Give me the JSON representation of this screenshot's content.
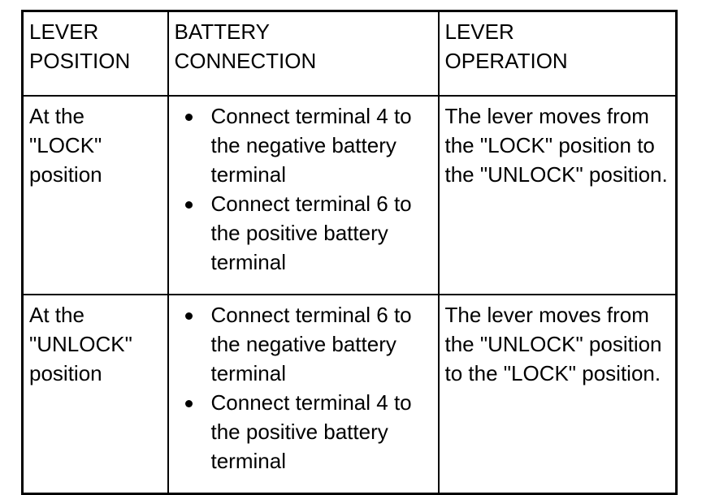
{
  "table": {
    "columns": [
      {
        "header": "LEVER\nPOSITION"
      },
      {
        "header": "BATTERY\nCONNECTION"
      },
      {
        "header": "LEVER\nOPERATION"
      }
    ],
    "rows": [
      {
        "lever_position": "At the\n\"LOCK\"\nposition",
        "battery_connection": [
          "Connect terminal 4 to the negative battery terminal",
          "Connect terminal 6 to the positive battery terminal"
        ],
        "lever_operation": "The lever moves from the \"LOCK\" position to the \"UNLOCK\" position."
      },
      {
        "lever_position": "At the\n\"UNLOCK\"\nposition",
        "battery_connection": [
          "Connect terminal 6 to the negative battery terminal",
          "Connect terminal 4 to the positive battery terminal"
        ],
        "lever_operation": "The lever moves from the \"UNLOCK\" position to the \"LOCK\" position."
      }
    ]
  },
  "style": {
    "text_color": "#000000",
    "border_color": "#000000",
    "background_color": "#ffffff",
    "bullet_glyph": "bullet-dot"
  }
}
